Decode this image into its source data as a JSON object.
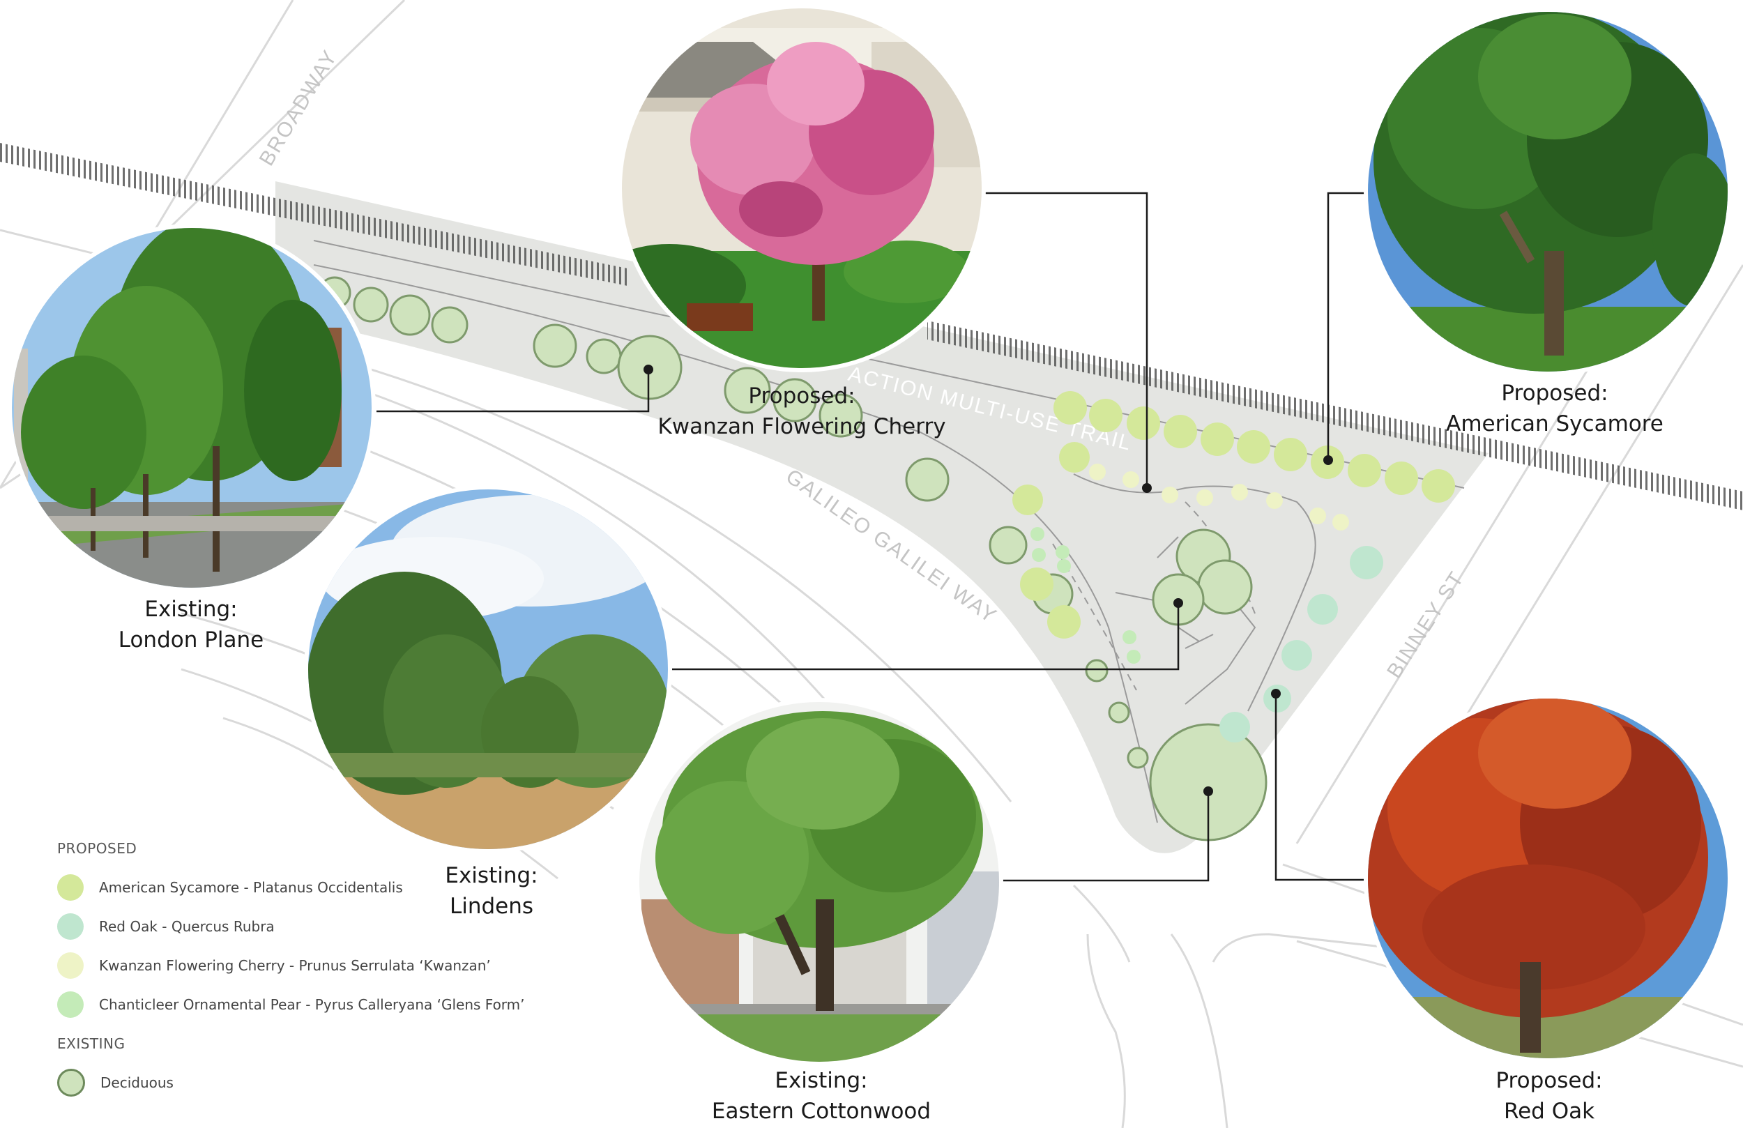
{
  "streets": {
    "broadway": "BROADWAY",
    "galileo": "GALILEO GALILEI WAY",
    "binney": "BINNEY ST",
    "trail": "ACTION MULTI-USE TRAIL"
  },
  "callouts": [
    {
      "id": "cherry",
      "line1": "Proposed:",
      "line2": "Kwanzan Flowering Cherry",
      "photo": "pink-flowering-cherry-tree"
    },
    {
      "id": "sycamore",
      "line1": "Proposed:",
      "line2": "American Sycamore",
      "photo": "large-green-sycamore-tree"
    },
    {
      "id": "plane",
      "line1": "Existing:",
      "line2": "London Plane",
      "photo": "row-of-street-trees"
    },
    {
      "id": "lindens",
      "line1": "Existing:",
      "line2": "Lindens",
      "photo": "linden-trees-on-lawn"
    },
    {
      "id": "cottonwood",
      "line1": "Existing:",
      "line2": "Eastern Cottonwood",
      "photo": "cottonwood-tree-by-road"
    },
    {
      "id": "redoak",
      "line1": "Proposed:",
      "line2": "Red Oak",
      "photo": "red-autumn-oak-tree"
    }
  ],
  "legend": {
    "proposed_heading": "PROPOSED",
    "existing_heading": "EXISTING",
    "proposed": [
      {
        "label": "American Sycamore - Platanus Occidentalis",
        "color": "#d4e89a"
      },
      {
        "label": "Red Oak - Quercus Rubra",
        "color": "#bfe6cf"
      },
      {
        "label": "Kwanzan Flowering Cherry  - Prunus Serrulata ‘Kwanzan’",
        "color": "#eef3c6"
      },
      {
        "label": "Chanticleer Ornamental Pear - Pyrus Calleryana ‘Glens Form’",
        "color": "#c4ebb8"
      }
    ],
    "existing": [
      {
        "label": "Deciduous",
        "color": "#cfe3bd"
      }
    ]
  },
  "colors": {
    "site_fill": "#e4e5e2",
    "street_line": "#d9d9d9",
    "street_text": "#c4c4c4",
    "leader": "#1a1a1a",
    "sycamore": "#d4e89a",
    "red_oak": "#bfe6cf",
    "cherry": "#eef3c6",
    "pear": "#c4ebb8",
    "deciduous": "#cfe3bd"
  }
}
